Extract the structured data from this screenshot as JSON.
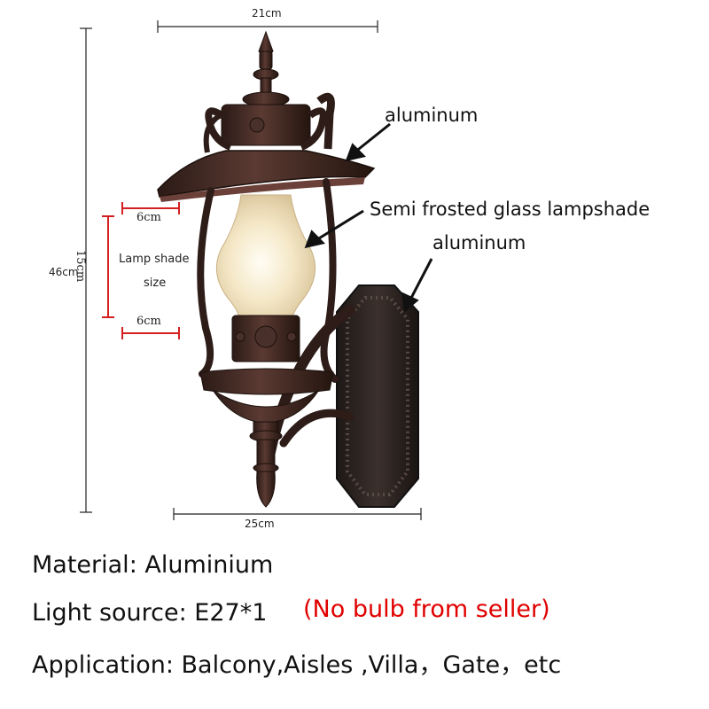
{
  "dimensions": {
    "top_width": "21cm",
    "height": "46cm",
    "bottom_width": "25cm",
    "shade_top": "6cm",
    "shade_height": "15cm",
    "shade_bottom": "6cm",
    "shade_caption_line1": "Lamp shade",
    "shade_caption_line2": "size"
  },
  "callouts": {
    "top_cap": "aluminum",
    "glass": "Semi frosted glass lampshade",
    "backplate": "aluminum"
  },
  "specs": {
    "material": "Material: Aluminium",
    "light_source": "Light source: E27*1",
    "bulb_note": "(No bulb from seller)",
    "application": "Application: Balcony,Aisles ,Villa，Gate，etc"
  },
  "colors": {
    "lamp_body": "#3a2420",
    "backplate": "#2a2220",
    "glass": "#f3e6c8",
    "dimension_red": "#d42020",
    "bulb_note": "#e00000"
  }
}
